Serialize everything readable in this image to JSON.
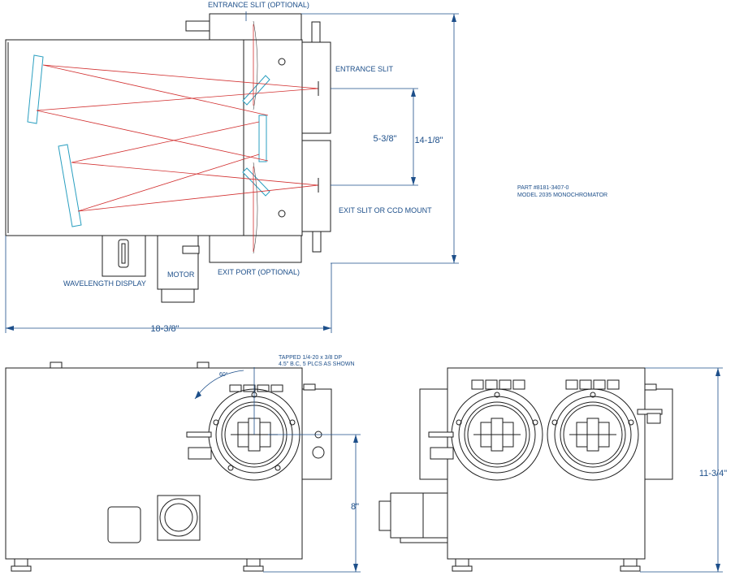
{
  "labels": {
    "entrance_slit_optional": "ENTRANCE SLIT (OPTIONAL)",
    "entrance_slit": "ENTRANCE SLIT",
    "exit_slit_ccd": "EXIT SLIT OR CCD MOUNT",
    "exit_port_optional": "EXIT PORT (OPTIONAL)",
    "wavelength_display": "WAVELENGTH DISPLAY",
    "motor": "MOTOR",
    "part_number": "PART #8181-3407-0",
    "model": "MODEL 2035 MONOCHROMATOR",
    "tapped_note_1": "TAPPED 1/4-20 x 3/8 DP",
    "tapped_note_2": "4.5\" B.C, 5 PLCS AS SHOWN",
    "angle": "60°"
  },
  "dimensions": {
    "slit_spacing": "5-3/8\"",
    "height_top": "14-1/8\"",
    "width": "18-3/8\"",
    "port_height": "8\"",
    "height_side": "11-3/4\""
  },
  "colors": {
    "line": "#1e1e1e",
    "dimension": "#1d4f8a",
    "ray": "#d23030",
    "mirror": "#2a9fc0"
  }
}
